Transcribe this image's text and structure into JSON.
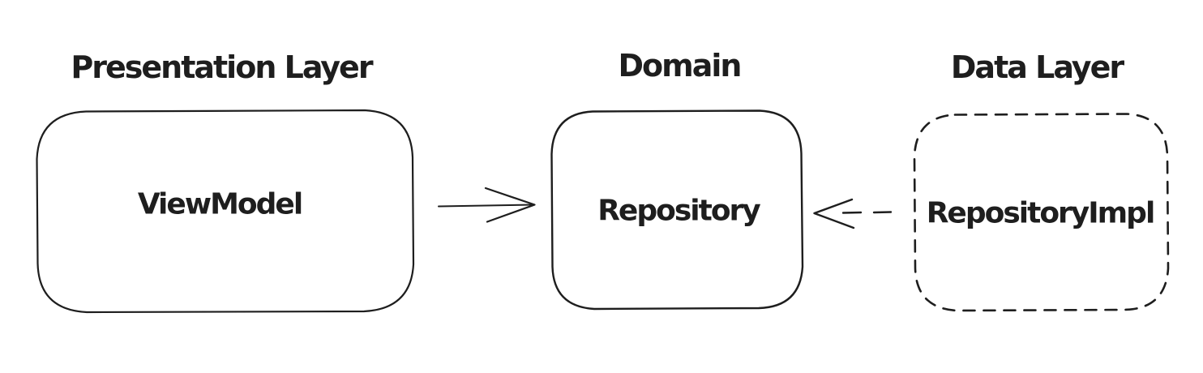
{
  "diagram": {
    "background_color": "#ffffff",
    "stroke_color": "#1e1e1e",
    "style": "hand-drawn",
    "layers": [
      {
        "id": "presentation",
        "label": "Presentation Layer",
        "node": "ViewModel",
        "border_style": "solid"
      },
      {
        "id": "domain",
        "label": "Domain",
        "node": "Repository",
        "border_style": "solid"
      },
      {
        "id": "data",
        "label": "Data Layer",
        "node": "RepositoryImpl",
        "border_style": "dashed"
      }
    ],
    "arrows": [
      {
        "from": "ViewModel",
        "to": "Repository",
        "line_style": "solid",
        "head_style": "open",
        "direction": "right"
      },
      {
        "from": "RepositoryImpl",
        "to": "Repository",
        "line_style": "dashed",
        "head_style": "open",
        "direction": "left"
      }
    ]
  }
}
